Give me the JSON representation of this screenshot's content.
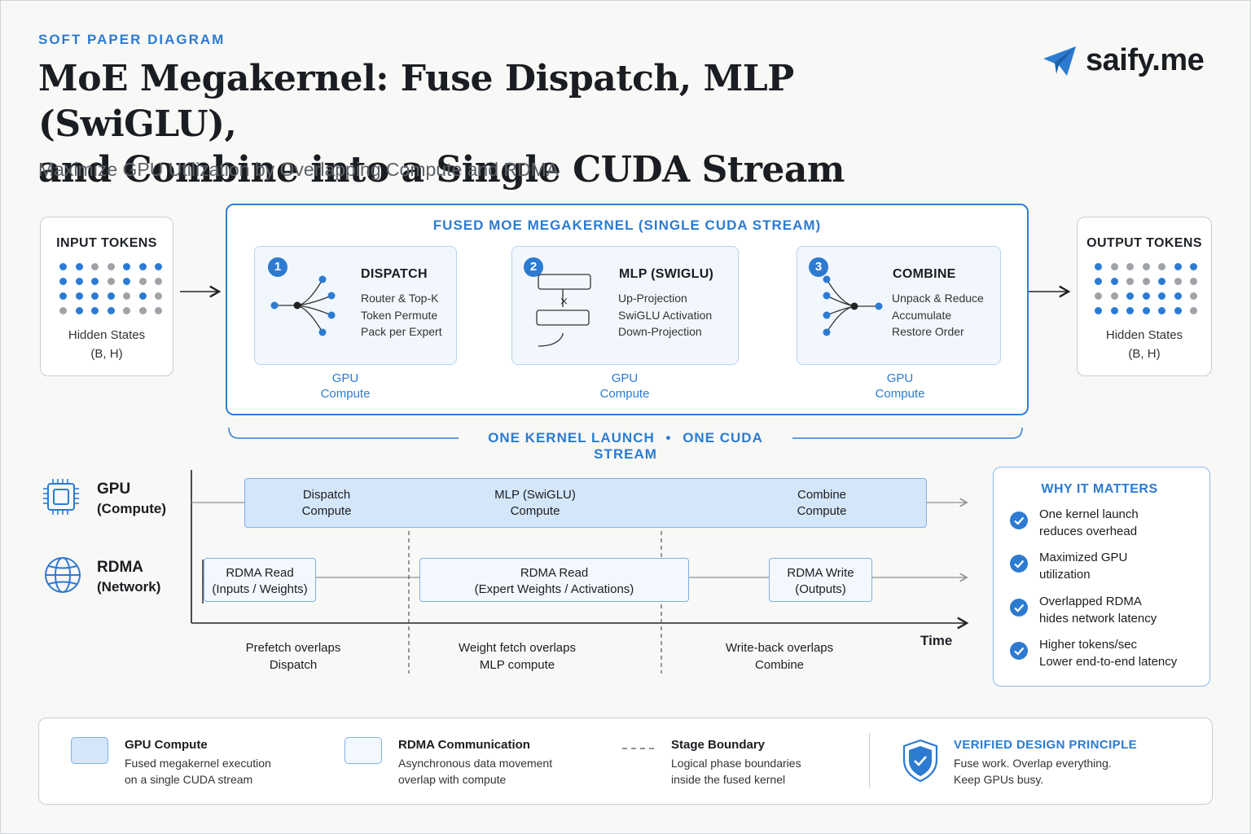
{
  "header": {
    "eyebrow": "SOFT PAPER DIAGRAM",
    "title_line1": "MoE Megakernel: Fuse Dispatch, MLP (SwiGLU),",
    "title_line2": "and Combine into a Single CUDA Stream",
    "subtitle": "Maximize GPU Utilization by Overlapping Compute and RDMA",
    "brand": "saify.me"
  },
  "input": {
    "title": "INPUT TOKENS",
    "label": "Hidden States",
    "shape": "(B, H)"
  },
  "output": {
    "title": "OUTPUT TOKENS",
    "label": "Hidden States",
    "shape": "(B, H)"
  },
  "fused": {
    "title": "FUSED MOE MEGAKERNEL (SINGLE CUDA STREAM)",
    "stages": [
      {
        "num": "1",
        "name": "DISPATCH",
        "lines": [
          "Router & Top-K",
          "Token Permute",
          "Pack per Expert"
        ],
        "unit_line1": "GPU",
        "unit_line2": "Compute"
      },
      {
        "num": "2",
        "name": "MLP (SWIGLU)",
        "lines": [
          "Up-Projection",
          "SwiGLU Activation",
          "Down-Projection"
        ],
        "unit_line1": "GPU",
        "unit_line2": "Compute"
      },
      {
        "num": "3",
        "name": "COMBINE",
        "lines": [
          "Unpack & Reduce",
          "Accumulate",
          "Restore Order"
        ],
        "unit_line1": "GPU",
        "unit_line2": "Compute"
      }
    ],
    "footer_left": "ONE KERNEL LAUNCH",
    "footer_sep": "•",
    "footer_right": "ONE CUDA STREAM"
  },
  "timeline": {
    "gpu_lane": {
      "name": "GPU",
      "sub": "(Compute)"
    },
    "rdma_lane": {
      "name": "RDMA",
      "sub": "(Network)"
    },
    "gpu_segments": [
      {
        "line1": "Dispatch",
        "line2": "Compute"
      },
      {
        "line1": "MLP (SwiGLU)",
        "line2": "Compute"
      },
      {
        "line1": "Combine",
        "line2": "Compute"
      }
    ],
    "rdma_segments": [
      {
        "line1": "RDMA Read",
        "line2": "(Inputs / Weights)"
      },
      {
        "line1": "RDMA Read",
        "line2": "(Expert Weights / Activations)"
      },
      {
        "line1": "RDMA Write",
        "line2": "(Outputs)"
      }
    ],
    "time_label": "Time",
    "overlaps": [
      {
        "line1": "Prefetch overlaps",
        "line2": "Dispatch"
      },
      {
        "line1": "Weight fetch overlaps",
        "line2": "MLP compute"
      },
      {
        "line1": "Write-back overlaps",
        "line2": "Combine"
      }
    ]
  },
  "why": {
    "title": "WHY IT MATTERS",
    "items": [
      {
        "line1": "One kernel launch",
        "line2": "reduces overhead"
      },
      {
        "line1": "Maximized GPU",
        "line2": "utilization"
      },
      {
        "line1": "Overlapped RDMA",
        "line2": "hides network latency"
      },
      {
        "line1": "Higher tokens/sec",
        "line2": "Lower end-to-end latency"
      }
    ]
  },
  "legend": {
    "gpu": {
      "title": "GPU Compute",
      "line1": "Fused megakernel execution",
      "line2": "on a single CUDA stream"
    },
    "rdma": {
      "title": "RDMA Communication",
      "line1": "Asynchronous data movement",
      "line2": "overlap with compute"
    },
    "boundary": {
      "title": "Stage Boundary",
      "line1": "Logical phase boundaries",
      "line2": "inside the fused kernel"
    },
    "principle": {
      "title": "VERIFIED DESIGN PRINCIPLE",
      "line1": "Fuse work. Overlap everything.",
      "line2": "Keep GPUs busy."
    }
  },
  "colors": {
    "accent": "#2b7bd3",
    "gpu_fill": "#d4e6fa",
    "rdma_fill": "#f3f8fe",
    "dot_gray": "#9fa3a8"
  },
  "token_dots": {
    "input": [
      [
        "b",
        "b",
        "g",
        "g",
        "b",
        "b",
        "b"
      ],
      [
        "b",
        "b",
        "b",
        "g",
        "b",
        "g",
        "g"
      ],
      [
        "b",
        "b",
        "b",
        "b",
        "g",
        "b",
        "g"
      ],
      [
        "g",
        "b",
        "b",
        "b",
        "g",
        "g",
        "g"
      ]
    ],
    "output": [
      [
        "b",
        "g",
        "g",
        "g",
        "g",
        "b",
        "b"
      ],
      [
        "b",
        "b",
        "g",
        "g",
        "b",
        "g",
        "g"
      ],
      [
        "g",
        "g",
        "b",
        "b",
        "b",
        "b",
        "g"
      ],
      [
        "b",
        "b",
        "b",
        "b",
        "b",
        "b",
        "g"
      ]
    ]
  }
}
